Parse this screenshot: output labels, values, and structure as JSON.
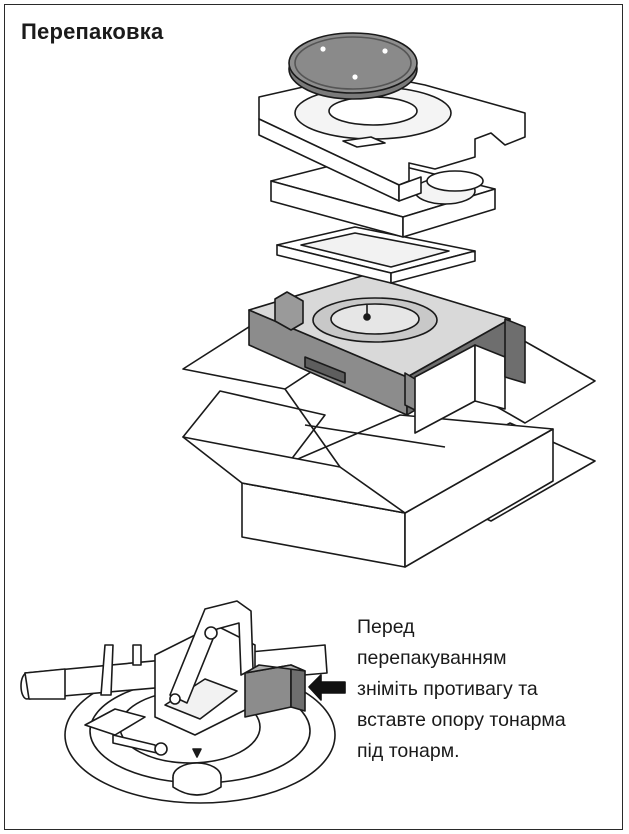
{
  "section": {
    "title": "Перепаковка"
  },
  "instruction": {
    "lines": [
      "Перед",
      "перепакуванням",
      "зніміть противагу та",
      "вставте опору тонарма",
      "під тонарм."
    ]
  },
  "colors": {
    "line": "#1a1a1a",
    "foam_gray": "#8c8c8c",
    "foam_dark": "#6e6e6e",
    "platter": "#777777",
    "arrow": "#111111"
  },
  "icons": {
    "arrow": "arrow-left-icon"
  }
}
